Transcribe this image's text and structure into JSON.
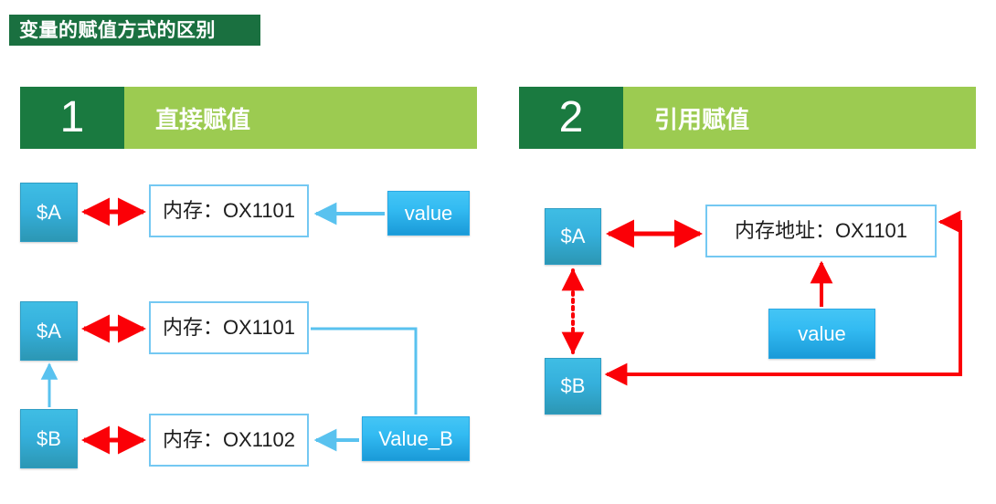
{
  "page": {
    "title": "变量的赋值方式的区别",
    "background": "#ffffff"
  },
  "colors": {
    "title_banner_green": "#1a7040",
    "number_box_green": "#1a7a40",
    "header_label_green": "#9ccb51",
    "var_box_blue": "#35b0dc",
    "value_box_blue": "#33bbf2",
    "mem_box_border": "#74c8f2",
    "red_arrow": "#fb0007",
    "blue_arrow": "#59c2ef"
  },
  "sections": [
    {
      "number": "1",
      "label": "直接赋值",
      "rows": [
        {
          "variable": "$A",
          "memory": "内存：OX1101",
          "value": "value"
        },
        {
          "variable": "$A",
          "memory": "内存：OX1101",
          "value": ""
        },
        {
          "variable": "$B",
          "memory": "内存：OX1102",
          "value": "Value_B"
        }
      ]
    },
    {
      "number": "2",
      "label": "引用赋值",
      "rows": [
        {
          "variable": "$A",
          "memory": "内存地址：OX1101",
          "value": "value"
        },
        {
          "variable": "$B",
          "memory": "",
          "value": ""
        }
      ]
    }
  ],
  "left_diagram": {
    "var_a_top": "$A",
    "mem_a_top": "内存：OX1101",
    "value_top": "value",
    "var_a_mid": "$A",
    "mem_a_mid": "内存：OX1101",
    "var_b": "$B",
    "mem_b": "内存：OX1102",
    "value_b": "Value_B"
  },
  "right_diagram": {
    "var_a": "$A",
    "var_b": "$B",
    "mem_address": "内存地址：OX1101",
    "value": "value"
  }
}
